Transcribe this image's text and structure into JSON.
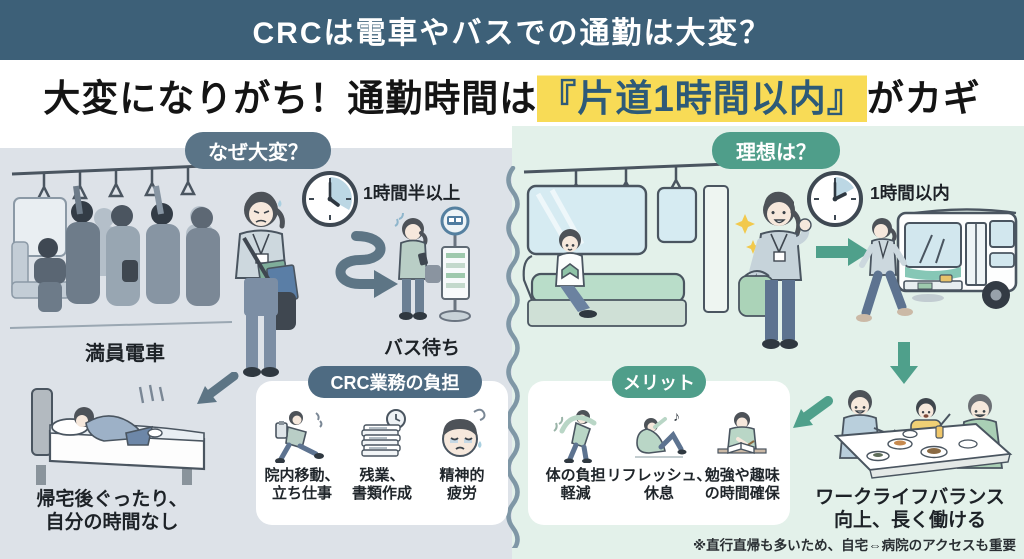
{
  "banner": {
    "title": "CRCは電車やバスでの通勤は大変？"
  },
  "headline": {
    "prefix": "大変になりがち！通勤時間は",
    "highlight": "『片道1時間以内』",
    "suffix": "がカギ"
  },
  "left": {
    "label": "なぜ大変？",
    "train_caption": "満員電車",
    "clock_caption": "1時間半以上",
    "bus_caption": "バス待ち",
    "burden": {
      "label": "CRC業務の負担",
      "items": [
        {
          "icon": "running-person-icon",
          "line1": "院内移動、",
          "line2": "立ち仕事"
        },
        {
          "icon": "paper-stack-clock-icon",
          "line1": "残業、",
          "line2": "書類作成"
        },
        {
          "icon": "tired-face-icon",
          "line1": "精神的",
          "line2": "疲労"
        }
      ]
    },
    "bed_caption": [
      "帰宅後ぐったり、",
      "自分の時間なし"
    ]
  },
  "right": {
    "label": "理想は？",
    "clock_caption": "1時間以内",
    "merit": {
      "label": "メリット",
      "items": [
        {
          "icon": "stretching-person-icon",
          "line1": "体の負担",
          "line2": "軽減"
        },
        {
          "icon": "relaxing-person-icon",
          "line1": "リフレッシュ、",
          "line2": "休息"
        },
        {
          "icon": "studying-person-icon",
          "line1": "勉強や趣味",
          "line2": "の時間確保"
        }
      ]
    },
    "family_caption": [
      "ワークライフバランス",
      "向上、長く働ける"
    ],
    "footnote": "※直行直帰も多いため、自宅⇔病院のアクセスも重要"
  },
  "colors": {
    "banner_bg": "#3d6078",
    "highlight_bg": "#f8db56",
    "highlight_text": "#2d5a78",
    "left_panel_bg": "#dde2e8",
    "right_panel_bg": "#e3f1ea",
    "left_accent": "#5a7487",
    "right_accent": "#4f9e8a",
    "divider": "#7f97a6"
  }
}
